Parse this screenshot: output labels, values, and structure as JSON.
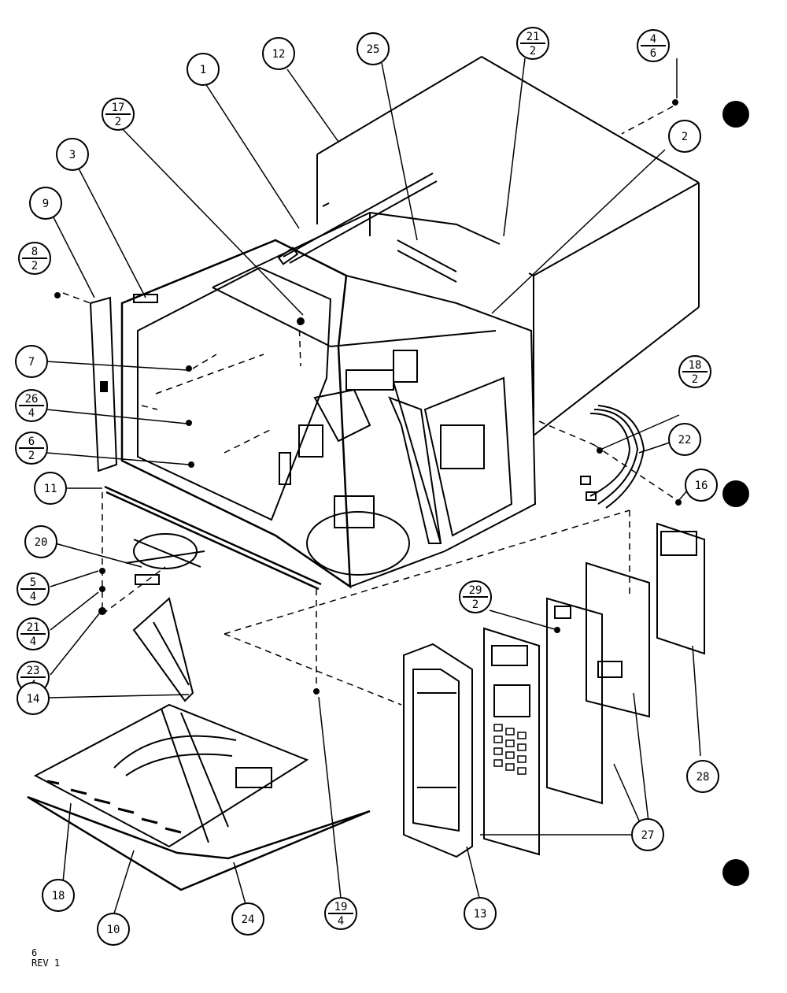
{
  "callouts": [
    {
      "id": "c1",
      "text": "1"
    },
    {
      "id": "c12",
      "text": "12"
    },
    {
      "id": "c25",
      "text": "25"
    },
    {
      "id": "c21_2",
      "top": "21",
      "bottom": "2"
    },
    {
      "id": "c4_6",
      "top": "4",
      "bottom": "6"
    },
    {
      "id": "c17_2",
      "top": "17",
      "bottom": "2"
    },
    {
      "id": "c3",
      "text": "3"
    },
    {
      "id": "c9",
      "text": "9"
    },
    {
      "id": "c2",
      "text": "2"
    },
    {
      "id": "c8_2",
      "top": "8",
      "bottom": "2"
    },
    {
      "id": "c7",
      "text": "7"
    },
    {
      "id": "c26_4",
      "top": "26",
      "bottom": "4"
    },
    {
      "id": "c6_2",
      "top": "6",
      "bottom": "2"
    },
    {
      "id": "c11",
      "text": "11"
    },
    {
      "id": "c18_2",
      "top": "18",
      "bottom": "2"
    },
    {
      "id": "c22",
      "text": "22"
    },
    {
      "id": "c16",
      "text": "16"
    },
    {
      "id": "c20",
      "text": "20"
    },
    {
      "id": "c5_4",
      "top": "5",
      "bottom": "4"
    },
    {
      "id": "c21_4",
      "top": "21",
      "bottom": "4"
    },
    {
      "id": "c23_4",
      "top": "23",
      "bottom": "4"
    },
    {
      "id": "c29_2",
      "top": "29",
      "bottom": "2"
    },
    {
      "id": "c14",
      "text": "14"
    },
    {
      "id": "c28",
      "text": "28"
    },
    {
      "id": "c27",
      "text": "27"
    },
    {
      "id": "c18",
      "text": "18"
    },
    {
      "id": "c10",
      "text": "10"
    },
    {
      "id": "c24",
      "text": "24"
    },
    {
      "id": "c19_4",
      "top": "19",
      "bottom": "4"
    },
    {
      "id": "c13",
      "text": "13"
    }
  ],
  "footer": {
    "line1": "6",
    "line2": "REV 1"
  }
}
